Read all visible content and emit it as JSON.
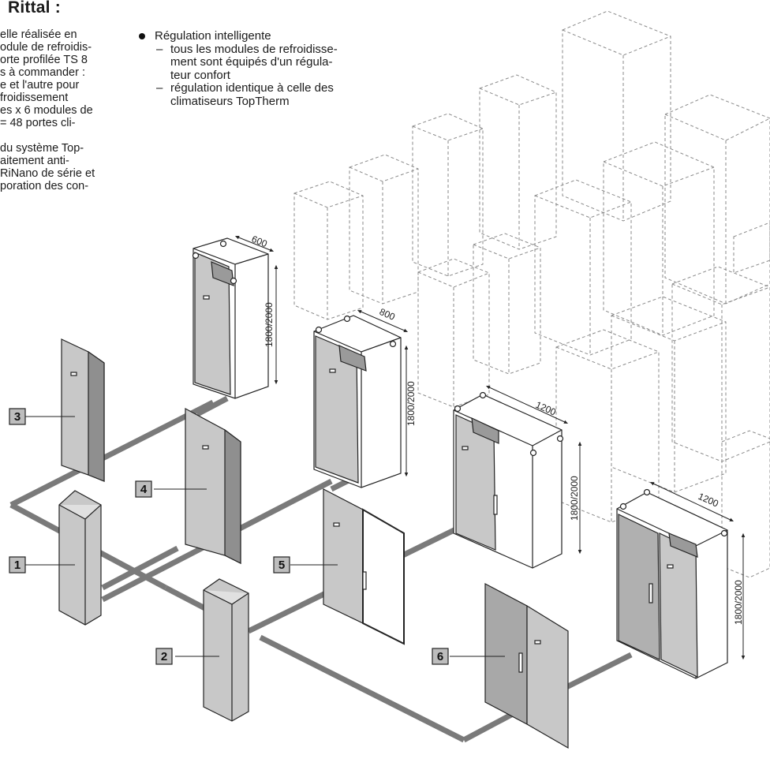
{
  "title": "Rittal :",
  "left_text_lines": [
    "elle réalisée en",
    "odule de refroidis-",
    "orte profilée TS 8",
    "s à commander :",
    "e et l'autre pour",
    "froidissement",
    "es x 6 modules de",
    "= 48 portes cli-",
    "",
    "du système Top-",
    "aitement anti-",
    "RiNano de série et",
    "poration des con-"
  ],
  "bullet": {
    "heading": "Régulation intelligente",
    "items": [
      {
        "lines": [
          "tous les modules de refroidisse-",
          "ment sont équipés d'un régula-",
          "teur confort"
        ]
      },
      {
        "lines": [
          "régulation identique à celle des",
          "climatiseurs TopTherm"
        ]
      }
    ]
  },
  "callouts": [
    "1",
    "2",
    "3",
    "4",
    "5",
    "6"
  ],
  "dimensions": {
    "w600": "600",
    "w800": "800",
    "w1200a": "1200",
    "w1200b": "1200",
    "h1": "1800/2000",
    "h2": "1800/2000",
    "h3": "1800/2000",
    "h4": "1800/2000"
  },
  "colors": {
    "door_fill": "#c8c8c8",
    "door_side": "#8f8f8f",
    "floor_line": "#7a7a7a",
    "ghost_line": "#8a8a8a"
  }
}
